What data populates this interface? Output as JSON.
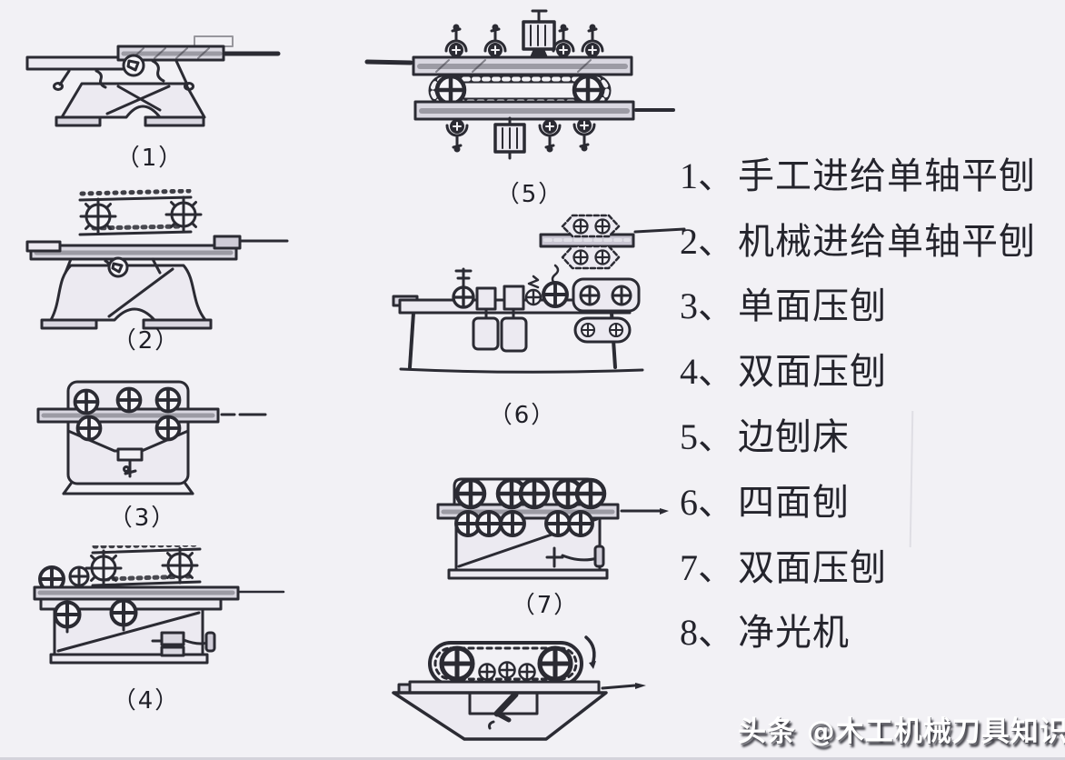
{
  "colors": {
    "background": "#f2f1f5",
    "ink": "#2b2b33",
    "board_fill": "#d9d7e0",
    "body_fill": "#eceaf1",
    "watermark_text": "#ffffff",
    "watermark_shadow": "#34343c"
  },
  "figures": [
    {
      "caption": "（1）"
    },
    {
      "caption": "（2）"
    },
    {
      "caption": "（3）"
    },
    {
      "caption": "（4）"
    },
    {
      "caption": "（5）"
    },
    {
      "caption": "（6）"
    },
    {
      "caption": "（7）"
    },
    {
      "caption": ""
    }
  ],
  "legend": {
    "items": [
      {
        "number": "1、",
        "label": "手工进给单轴平刨"
      },
      {
        "number": "2、",
        "label": "机械进给单轴平刨"
      },
      {
        "number": "3、",
        "label": "单面压刨"
      },
      {
        "number": "4、",
        "label": "双面压刨"
      },
      {
        "number": "5、",
        "label": "边刨床"
      },
      {
        "number": "6、",
        "label": "四面刨"
      },
      {
        "number": "7、",
        "label": "双面压刨"
      },
      {
        "number": "8、",
        "label": "净光机"
      }
    ]
  },
  "watermark": {
    "text": "头条 @木工机械刀具知识"
  }
}
